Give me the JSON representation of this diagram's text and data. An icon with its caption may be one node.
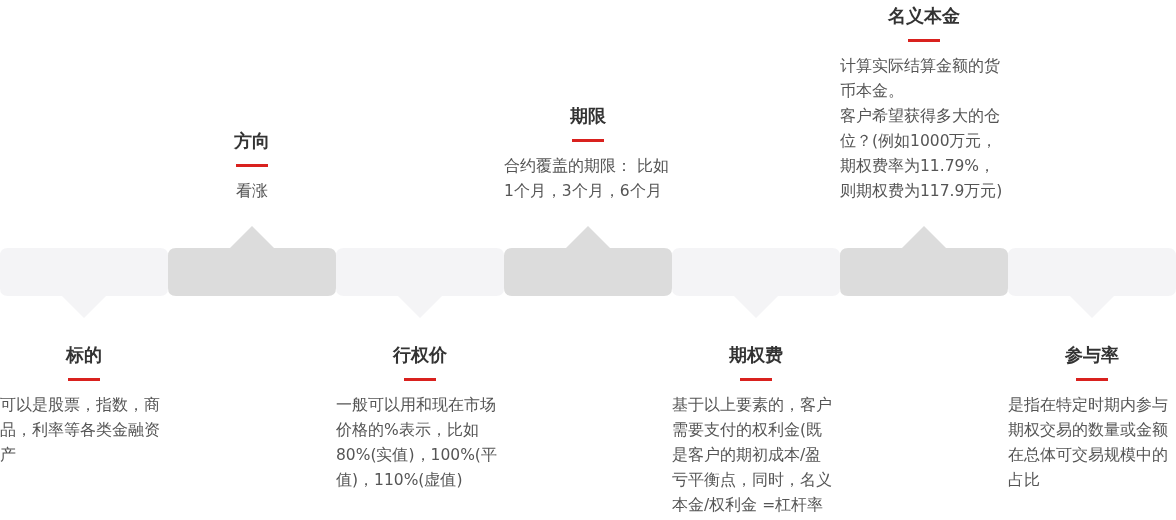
{
  "diagram": {
    "nodes": [
      {
        "text": [
          "标的",
          "可以是股票，指数，商品，利率等各类金融资产"
        ]
      },
      {
        "text": [
          "方向",
          "看涨"
        ]
      },
      {
        "text": [
          "行权价",
          "一般可以用和现在市场价格的%表示，比如80%(实值)，100%(平值)，110%(虚值)"
        ]
      },
      {
        "text": [
          "期限",
          "合约覆盖的期限： 比如1个月，3个月，6个月"
        ]
      },
      {
        "text": [
          "期权费",
          "基于以上要素的，客户需要支付的权利金(既是客户的期初成本/盈亏平衡点，同时，名义本金/权利金 =杠杆率"
        ]
      },
      {
        "text": [
          "名义本金",
          "计算实际结算金额的货币本金。",
          "客户希望获得多大的仓位？(例如1000万元，期权费率为11.79%，则期权费为117.9万元)"
        ]
      },
      {
        "text": [
          "参与率",
          "是指在特定时期内参与期权交易的数量或金额在总体可交易规模中的占比"
        ]
      }
    ]
  }
}
